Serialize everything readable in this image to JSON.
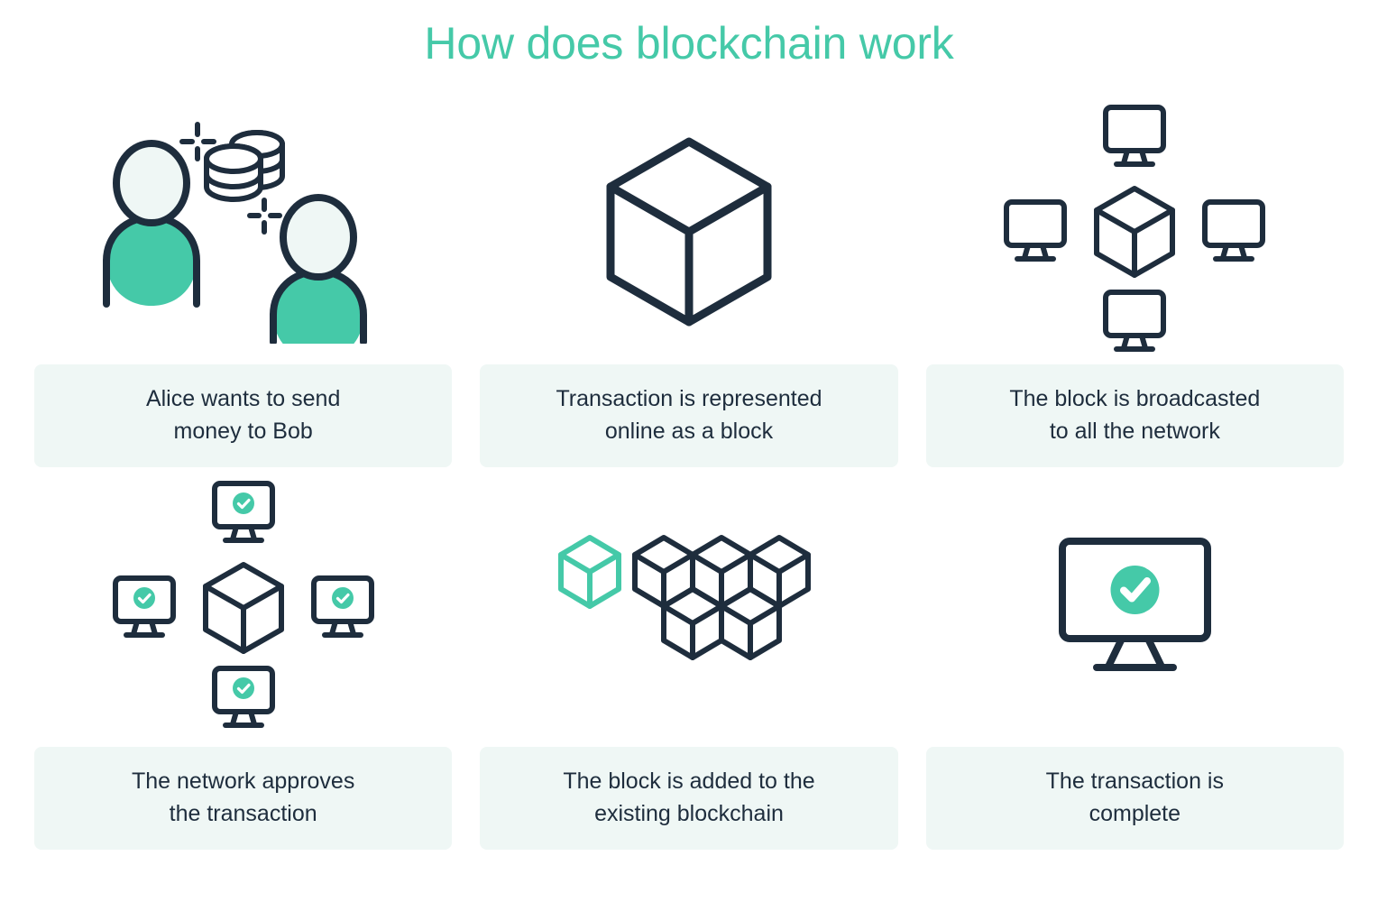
{
  "title": "How does blockchain work",
  "colors": {
    "accent_teal": "#45C9A8",
    "dark_navy": "#1E2D3D",
    "caption_background": "#EFF7F5",
    "page_background": "#FFFFFF",
    "head_fill": "#EFF7F5"
  },
  "steps": [
    {
      "id": 1,
      "icon": "two-people-with-coins",
      "caption_line1": "Alice wants to send",
      "caption_line2": "money to Bob"
    },
    {
      "id": 2,
      "icon": "single-block-cube",
      "caption_line1": "Transaction is represented",
      "caption_line2": "online as a block"
    },
    {
      "id": 3,
      "icon": "block-broadcast-network",
      "caption_line1": "The block is broadcasted",
      "caption_line2": "to all the network"
    },
    {
      "id": 4,
      "icon": "network-approval-checkmarks",
      "caption_line1": "The network approves",
      "caption_line2": "the transaction"
    },
    {
      "id": 5,
      "icon": "blockchain-cube-cluster",
      "caption_line1": "The block is added to the",
      "caption_line2": "existing blockchain"
    },
    {
      "id": 6,
      "icon": "monitor-transaction-complete",
      "caption_line1": "The transaction is",
      "caption_line2": "complete"
    }
  ]
}
